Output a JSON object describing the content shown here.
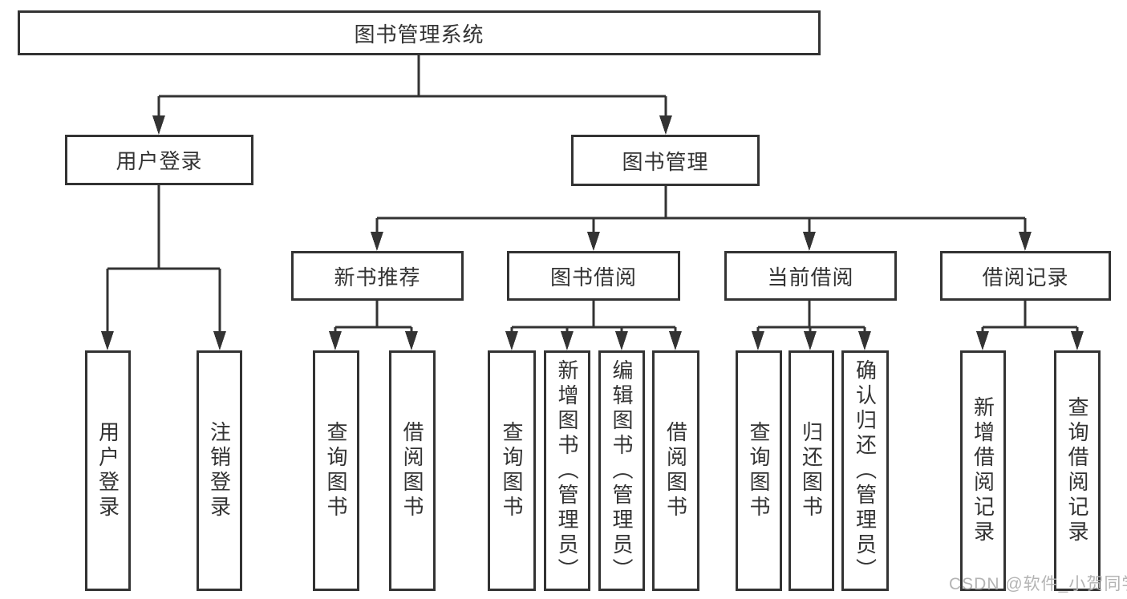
{
  "colors": {
    "line": "#333333",
    "text": "#333333",
    "watermark": "#b4b4b4"
  },
  "diagram": {
    "type": "tree",
    "watermark": "CSDN @软件_小贺同学",
    "root": {
      "label": "图书管理系统",
      "children": [
        {
          "label": "用户登录",
          "children": [
            {
              "label": "用户登录"
            },
            {
              "label": "注销登录"
            }
          ]
        },
        {
          "label": "图书管理",
          "children": [
            {
              "label": "新书推荐",
              "children": [
                {
                  "label": "查询图书"
                },
                {
                  "label": "借阅图书"
                }
              ]
            },
            {
              "label": "图书借阅",
              "children": [
                {
                  "label": "查询图书"
                },
                {
                  "label": "新增图书（管理员）"
                },
                {
                  "label": "编辑图书（管理员）"
                },
                {
                  "label": "借阅图书"
                }
              ]
            },
            {
              "label": "当前借阅",
              "children": [
                {
                  "label": "查询图书"
                },
                {
                  "label": "归还图书"
                },
                {
                  "label": "确认归还（管理员）"
                }
              ]
            },
            {
              "label": "借阅记录",
              "children": [
                {
                  "label": "新增借阅记录"
                },
                {
                  "label": "查询借阅记录"
                }
              ]
            }
          ]
        }
      ]
    }
  }
}
